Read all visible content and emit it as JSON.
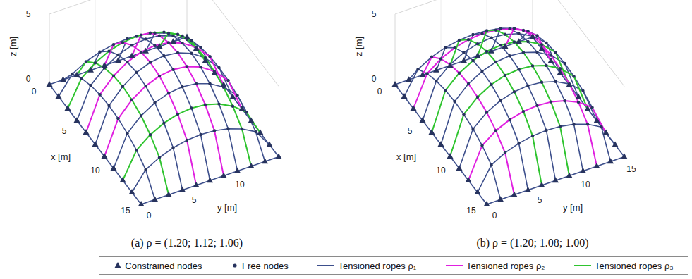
{
  "diagram": {
    "labels": [
      "5",
      "0",
      "z [m]",
      "0",
      "5",
      "x [m]",
      "10",
      "15",
      "0",
      "5",
      "y [m]",
      "10",
      "(a) ρ = (1.20; 1.12; 1.06)",
      "5",
      "0",
      "z [m]",
      "0",
      "5",
      "x [m]",
      "10",
      "15",
      "0",
      "5",
      "y [m]",
      "10",
      "15",
      "(b) ρ = (1.20; 1.08; 1.00)"
    ],
    "legend": [
      {
        "text": "Constrained nodes"
      },
      {
        "text": "Free nodes"
      },
      {
        "text": "Tensioned ropes ρ₁"
      },
      {
        "text": "Tensioned ropes ρ₂"
      },
      {
        "text": "Tensioned ropes ρ₃"
      }
    ]
  }
}
